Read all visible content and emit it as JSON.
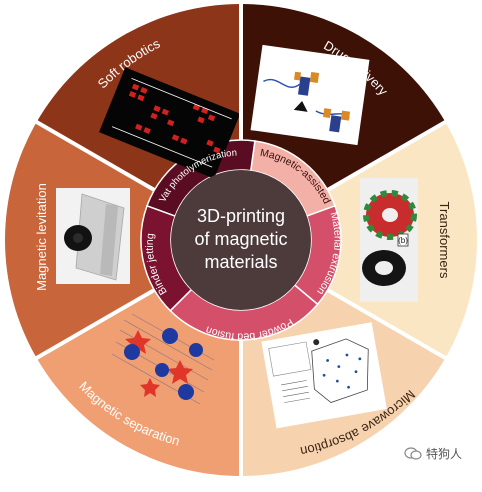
{
  "center": {
    "title_lines": [
      "3D-printing",
      "of magnetic",
      "materials"
    ]
  },
  "outer_segments": [
    {
      "label": "Drug delivery",
      "color": "#3e1106"
    },
    {
      "label": "Transformers",
      "color": "#fbe6c3"
    },
    {
      "label": "Microwave absorption",
      "color": "#f6d2ae"
    },
    {
      "label": "Magnetic separation",
      "color": "#ef9f71"
    },
    {
      "label": "Magnetic levitation",
      "color": "#c9653b"
    },
    {
      "label": "Soft robotics",
      "color": "#8d3519"
    }
  ],
  "inner_ring": [
    {
      "label": "Magnetic-assisted",
      "color": "#f2b0a6"
    },
    {
      "label": "Material extrusion",
      "color": "#d4506a"
    },
    {
      "label": "Powder bed fusion",
      "color": "#d4506a"
    },
    {
      "label": "Binder jetting",
      "color": "#7a1230"
    },
    {
      "label": "Vat photolymerization",
      "color": "#5a0d22"
    }
  ],
  "colors": {
    "center_disc": "#4d3b3b",
    "center_text": "#ffffff",
    "divider": "#ffffff"
  },
  "watermark": {
    "text": "特狗人"
  }
}
